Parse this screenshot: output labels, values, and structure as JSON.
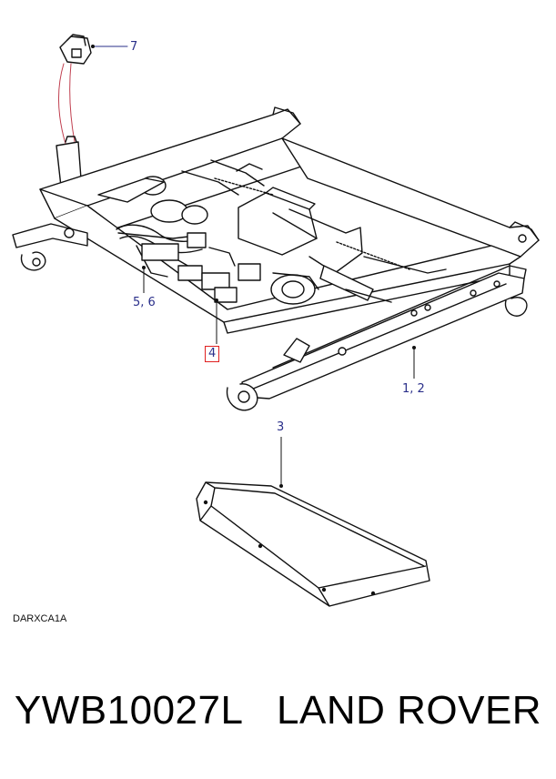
{
  "diagram": {
    "callouts": {
      "c7": "7",
      "c56": "5, 6",
      "c4": "4",
      "c12": "1, 2",
      "c3": "3"
    },
    "drawing_code": "DARXCA1A",
    "colors": {
      "leader": "#2a2f8a",
      "highlight": "#e02020",
      "harness": "#c04050"
    }
  },
  "caption": {
    "part_number": "YWB10027L",
    "brand": "LAND ROVER"
  }
}
